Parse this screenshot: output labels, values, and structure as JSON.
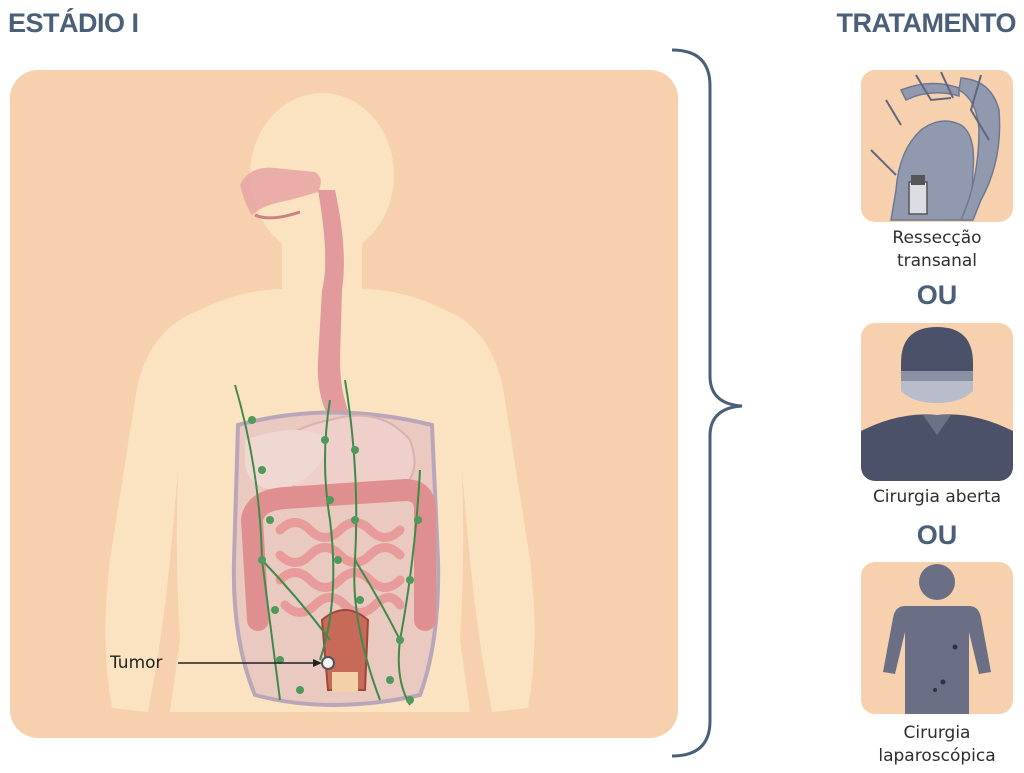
{
  "header": {
    "stage_title": "ESTÁDIO I",
    "treatment_title": "TRATAMENTO"
  },
  "illustration": {
    "tumor_label": "Tumor"
  },
  "treatments": [
    {
      "label_line1": "Ressecção",
      "label_line2": "transanal",
      "icon": "transanal-resection-icon"
    },
    {
      "label": "Cirurgia aberta",
      "icon": "surgeon-icon"
    },
    {
      "label_line1": "Cirurgia",
      "label_line2": "laparoscópica",
      "icon": "laparoscopic-body-icon"
    }
  ],
  "separators": {
    "or_1": "OU",
    "or_2": "OU"
  },
  "colors": {
    "heading": "#4a5f78",
    "panel_bg": "#f7d1ae",
    "body_skin": "#fbe3c2",
    "organ_pink": "#e9a6a6",
    "lymph_green": "#3f8a4b",
    "icon_slate": "#626a84"
  }
}
